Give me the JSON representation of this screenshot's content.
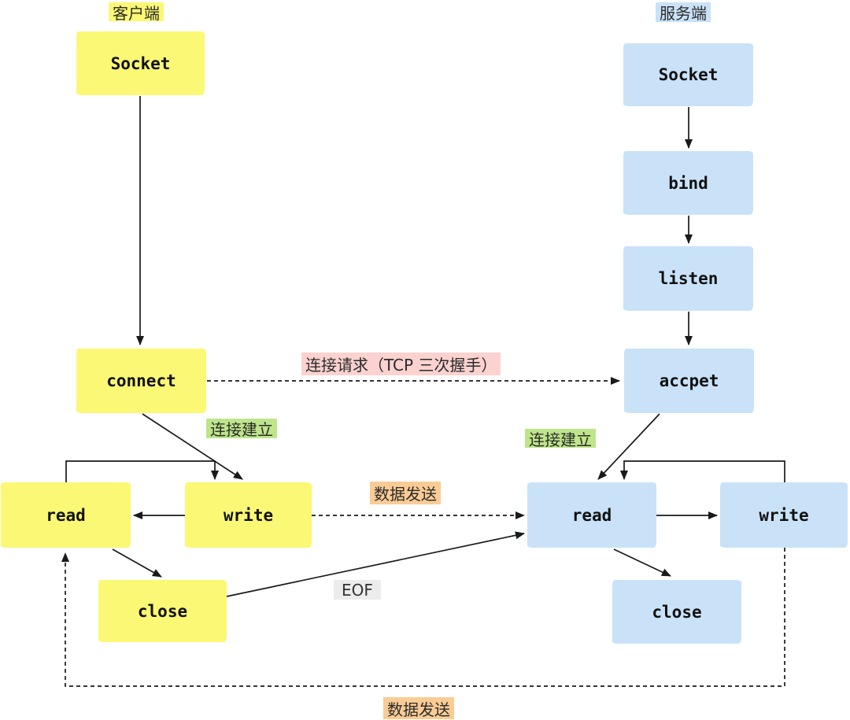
{
  "diagram": {
    "kind": "tcp-socket-flow",
    "client_title": "客户端",
    "server_title": "服务端"
  },
  "nodes": {
    "client": {
      "socket": "Socket",
      "connect": "connect",
      "read": "read",
      "write": "write",
      "close": "close"
    },
    "server": {
      "socket": "Socket",
      "bind": "bind",
      "listen": "listen",
      "accept": "accpet",
      "read": "read",
      "write": "write",
      "close": "close"
    }
  },
  "annotations": {
    "conn_request": "连接请求（TCP 三次握手）",
    "conn_established_client": "连接建立",
    "conn_established_server": "连接建立",
    "data_send_top": "数据发送",
    "data_send_bottom": "数据发送",
    "eof": "EOF"
  },
  "colors": {
    "client_box": "#faf874",
    "server_box": "#c9e2f8",
    "label_pink": "#fbd2d0",
    "label_green": "#bee58a",
    "label_orange": "#facc95",
    "label_gray": "#ececec",
    "line": "#1a1a1a"
  }
}
